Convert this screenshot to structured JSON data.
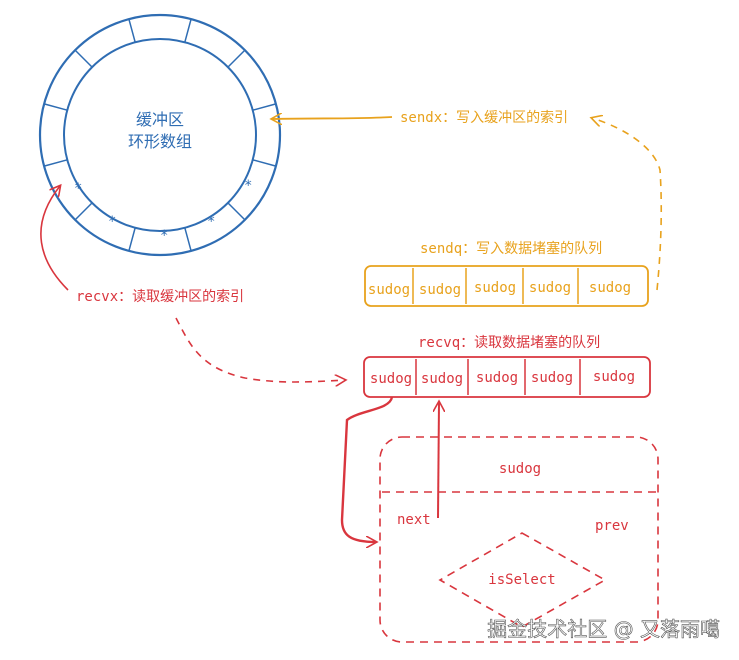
{
  "ring_buffer": {
    "title_line1": "缓冲区",
    "title_line2": "环形数组",
    "marker": "*",
    "color": "#2f6db3"
  },
  "sendx": {
    "label": "sendx",
    "text": "：写入缓冲区的索引",
    "color": "#e8a21d"
  },
  "sendq": {
    "label": "sendq",
    "text": "：写入数据堵塞的队列",
    "color": "#e8a21d",
    "cells": [
      "sudog",
      "sudog",
      "sudog",
      "sudog",
      "sudog"
    ]
  },
  "recvx": {
    "label": "recvx",
    "text": "：读取缓冲区的索引",
    "color": "#d9363e"
  },
  "recvq": {
    "label": "recvq",
    "text": "：读取数据堵塞的队列",
    "color": "#d9363e",
    "cells": [
      "sudog",
      "sudog",
      "sudog",
      "sudog",
      "sudog"
    ]
  },
  "sudog_struct": {
    "title": "sudog",
    "next": "next",
    "prev": "prev",
    "is_select": "isSelect"
  },
  "watermark": "掘金技术社区 @ 又落雨噶"
}
